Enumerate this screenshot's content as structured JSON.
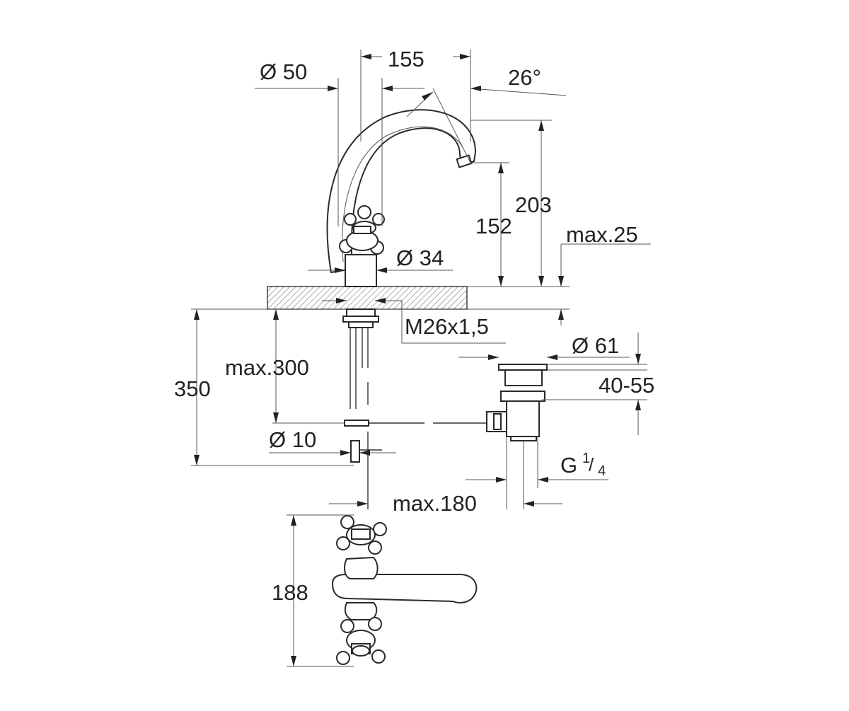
{
  "dimensions": {
    "spout_reach": "155",
    "handle_diameter": "Ø 50",
    "spout_angle": "26°",
    "spout_height_203": "203",
    "spout_height_152": "152",
    "deck_thickness": "max.25",
    "body_diameter": "Ø 34",
    "thread": "M26x1,5",
    "drain_diameter": "Ø 61",
    "drain_range": "40-55",
    "tail_length": "350",
    "tail_max": "max.300",
    "pipe_diameter": "Ø 10",
    "drain_thread_main": "G",
    "drain_thread_num": "1",
    "drain_thread_den": "4",
    "max_offset": "max.180",
    "plan_width": "188"
  }
}
